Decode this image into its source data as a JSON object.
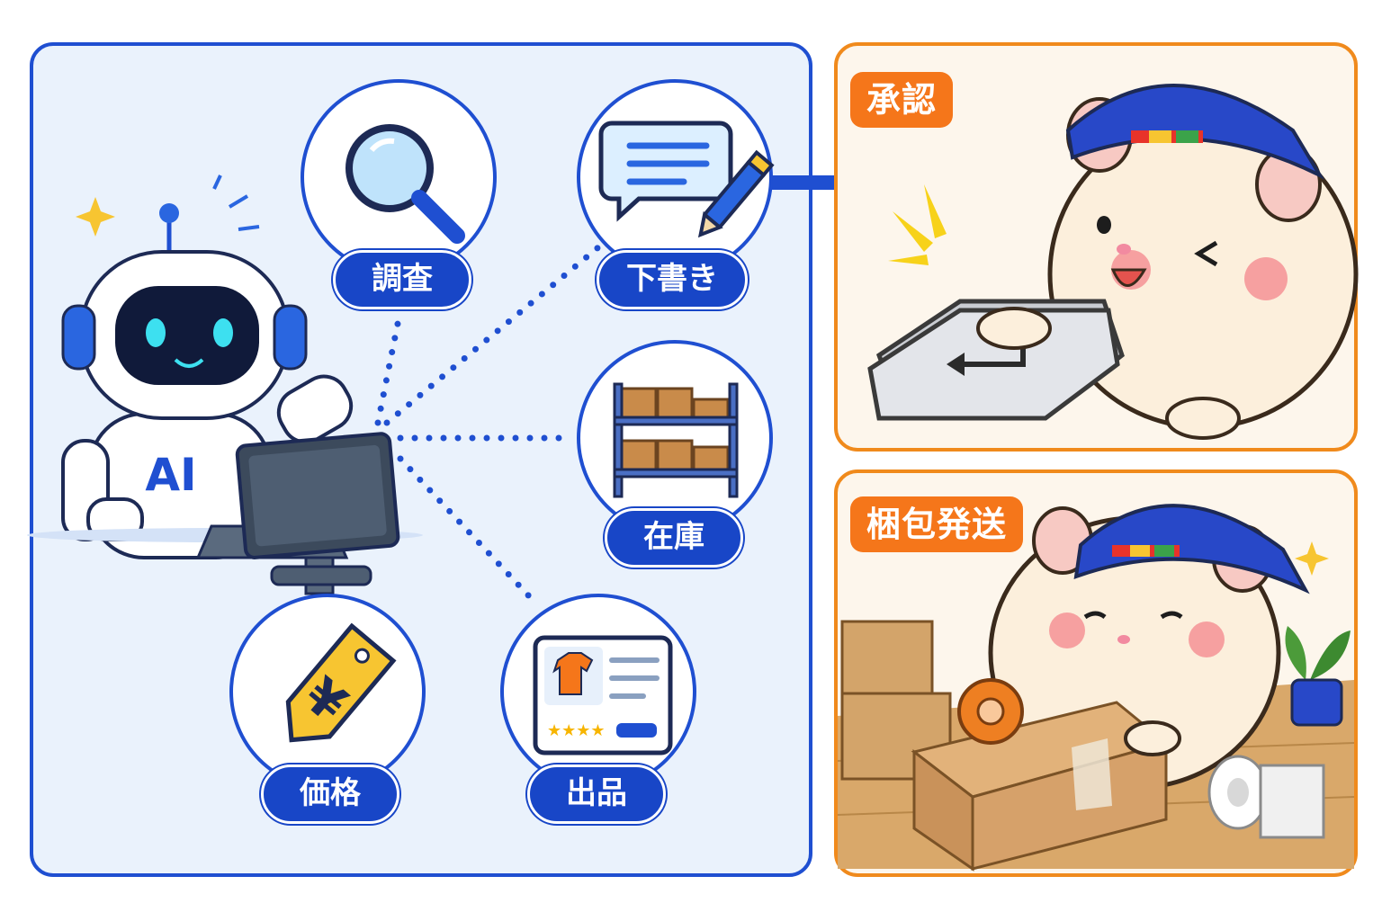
{
  "ai_panel": {
    "robot_badge": "AI",
    "steps": [
      {
        "label": "調査",
        "icon": "magnifier-icon"
      },
      {
        "label": "下書き",
        "icon": "draft-message-pencil-icon"
      },
      {
        "label": "在庫",
        "icon": "warehouse-shelf-icon"
      },
      {
        "label": "出品",
        "icon": "product-listing-icon"
      },
      {
        "label": "価格",
        "icon": "yen-price-tag-icon"
      }
    ]
  },
  "approve_panel": {
    "label": "承認",
    "illustration": "hamster-pressing-enter-key"
  },
  "ship_panel": {
    "label": "梱包発送",
    "illustration": "hamster-taping-box"
  },
  "colors": {
    "blue": "#1f4fd1",
    "orange": "#f5761a",
    "panel_bg": "#eaf2fc"
  }
}
